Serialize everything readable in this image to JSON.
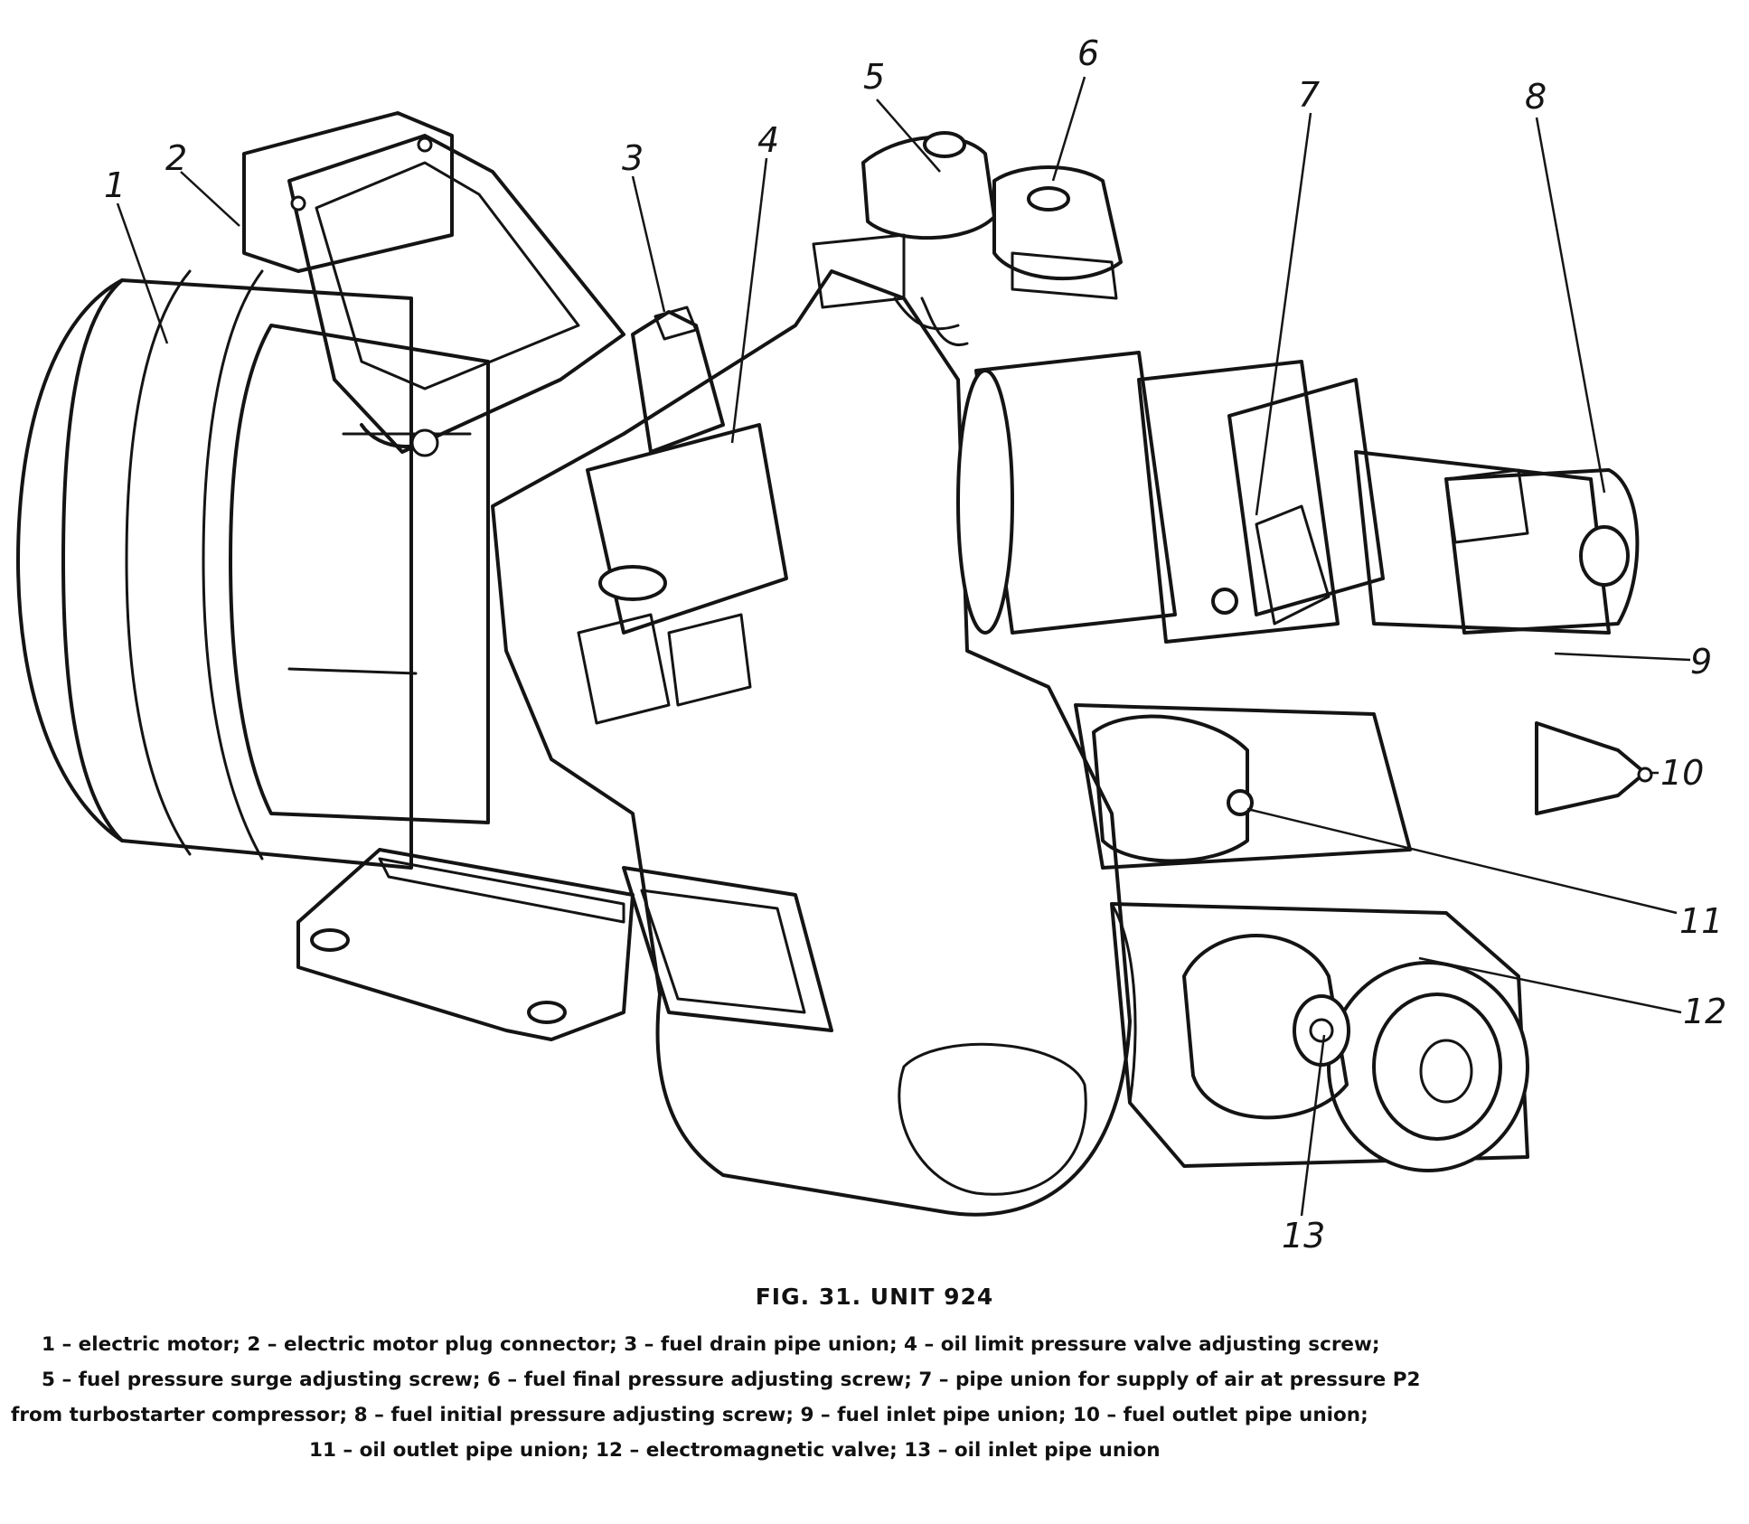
{
  "figure": {
    "title": "FIG. 31. UNIT 924",
    "callouts": [
      {
        "n": "1",
        "label": "electric motor"
      },
      {
        "n": "2",
        "label": "electric motor plug connector"
      },
      {
        "n": "3",
        "label": "fuel drain pipe union"
      },
      {
        "n": "4",
        "label": "oil limit pressure valve adjusting screw"
      },
      {
        "n": "5",
        "label": "fuel pressure surge adjusting screw"
      },
      {
        "n": "6",
        "label": "fuel final pressure adjusting screw"
      },
      {
        "n": "7",
        "label": "pipe union for supply of air at pressure P2 from turbostarter compressor"
      },
      {
        "n": "8",
        "label": "fuel initial pressure adjusting screw"
      },
      {
        "n": "9",
        "label": "fuel inlet pipe union"
      },
      {
        "n": "10",
        "label": "fuel outlet pipe union"
      },
      {
        "n": "11",
        "label": "oil outlet pipe union"
      },
      {
        "n": "12",
        "label": "electromagnetic valve"
      },
      {
        "n": "13",
        "label": "oil inlet pipe union"
      }
    ],
    "legend_lines": [
      "1 – electric motor; 2 – electric motor plug connector; 3 – fuel drain pipe union; 4 – oil limit pressure valve adjusting screw;",
      "5 – fuel pressure surge adjusting screw; 6 – fuel final pressure adjusting screw; 7 – pipe union for supply of air at pressure P2",
      "from turbostarter compressor; 8 – fuel initial pressure adjusting screw; 9 – fuel inlet pipe union; 10 – fuel outlet pipe union;",
      "11 – oil outlet pipe union; 12 – electromagnetic valve; 13 – oil inlet pipe union"
    ]
  }
}
